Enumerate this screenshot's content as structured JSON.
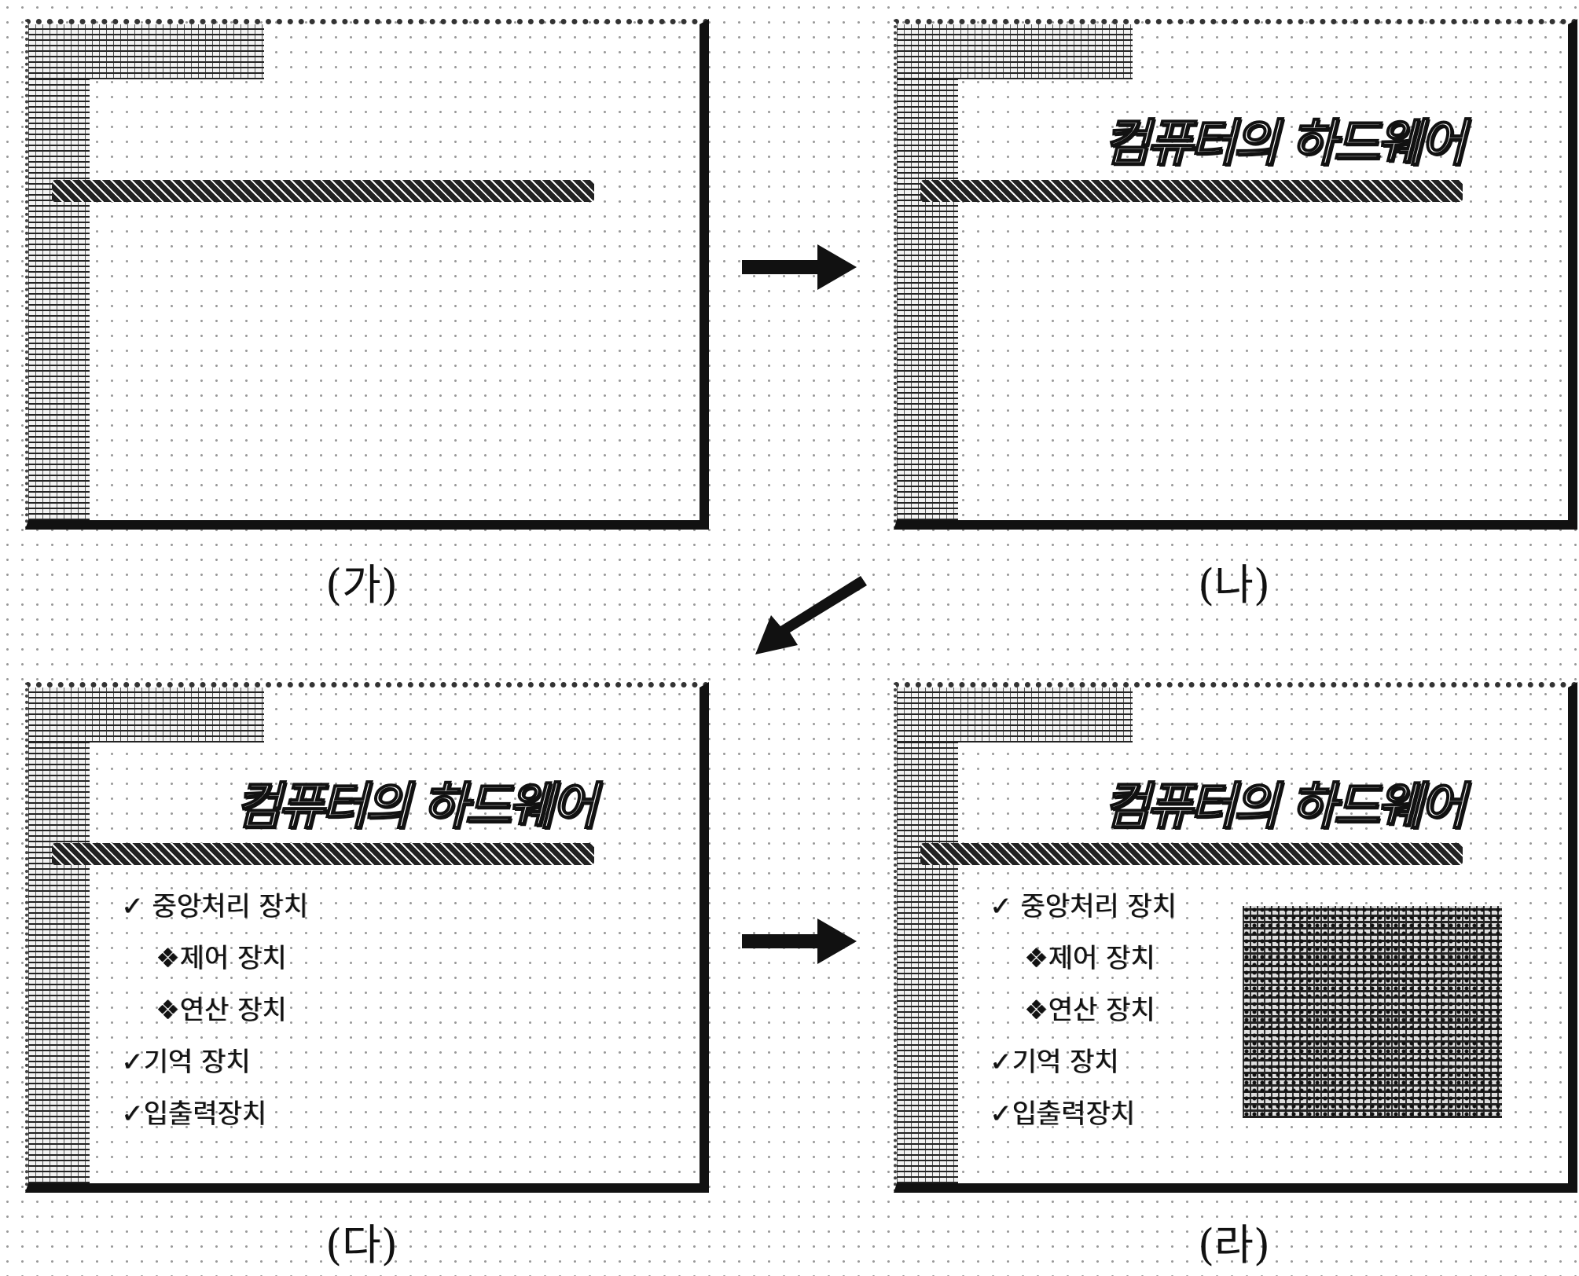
{
  "panels": {
    "ga": {
      "caption": "(가)",
      "title": "",
      "bullets": []
    },
    "na": {
      "caption": "(나)",
      "title": "컴퓨터의 하드웨어",
      "bullets": []
    },
    "da": {
      "caption": "(다)",
      "title": "컴퓨터의 하드웨어",
      "bullets": [
        {
          "text": "✓ 중앙처리 장치",
          "level": 0
        },
        {
          "text": "❖제어 장치",
          "level": 1
        },
        {
          "text": "❖연산 장치",
          "level": 1
        },
        {
          "text": "✓기억 장치",
          "level": 0
        },
        {
          "text": "✓입출력장치",
          "level": 0
        }
      ]
    },
    "ra": {
      "caption": "(라)",
      "title": "컴퓨터의 하드웨어",
      "bullets": [
        {
          "text": "✓ 중앙처리 장치",
          "level": 0
        },
        {
          "text": "❖제어 장치",
          "level": 1
        },
        {
          "text": "❖연산 장치",
          "level": 1
        },
        {
          "text": "✓기억 장치",
          "level": 0
        },
        {
          "text": "✓입출력장치",
          "level": 0
        }
      ],
      "has_picture": true
    }
  },
  "flow": [
    "ga",
    "na",
    "da",
    "ra"
  ],
  "colors": {
    "ink": "#111111",
    "dots": "#9a9a9a",
    "background": "#ffffff"
  }
}
